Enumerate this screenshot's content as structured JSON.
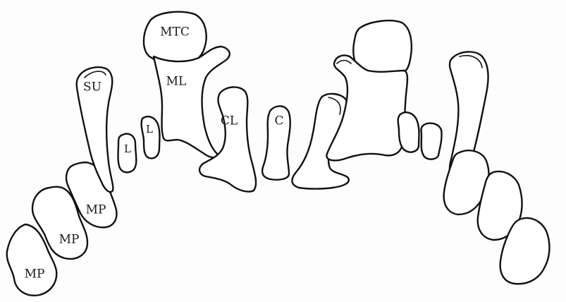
{
  "labels": {
    "mtc": "MTC",
    "ml": "ML",
    "su": "SU",
    "l_upper": "L",
    "l_lower": "L",
    "cl": "CL",
    "c": "C",
    "mp_top": "MP",
    "mp_middle": "MP",
    "mp_bottom": "MP"
  },
  "colors": {
    "outline": "#111111",
    "fill": "#ffffff"
  }
}
